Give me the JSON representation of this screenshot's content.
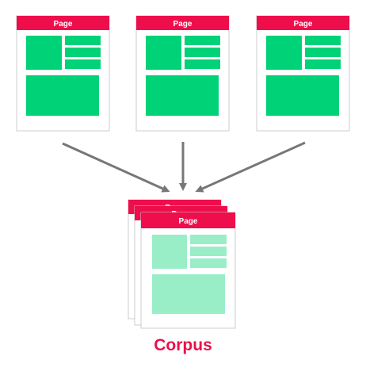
{
  "colors": {
    "header": "#ee0e4b",
    "block": "#00d277",
    "block_light": "#99eec8",
    "page_border": "#cccccc",
    "arrow": "#777777",
    "corpus_label": "#e8114a"
  },
  "pages": [
    {
      "label": "Page"
    },
    {
      "label": "Page"
    },
    {
      "label": "Page"
    }
  ],
  "corpus_stack": [
    {
      "label": "Page"
    },
    {
      "label": "Page"
    },
    {
      "label": "Page"
    }
  ],
  "corpus_label": "Corpus"
}
